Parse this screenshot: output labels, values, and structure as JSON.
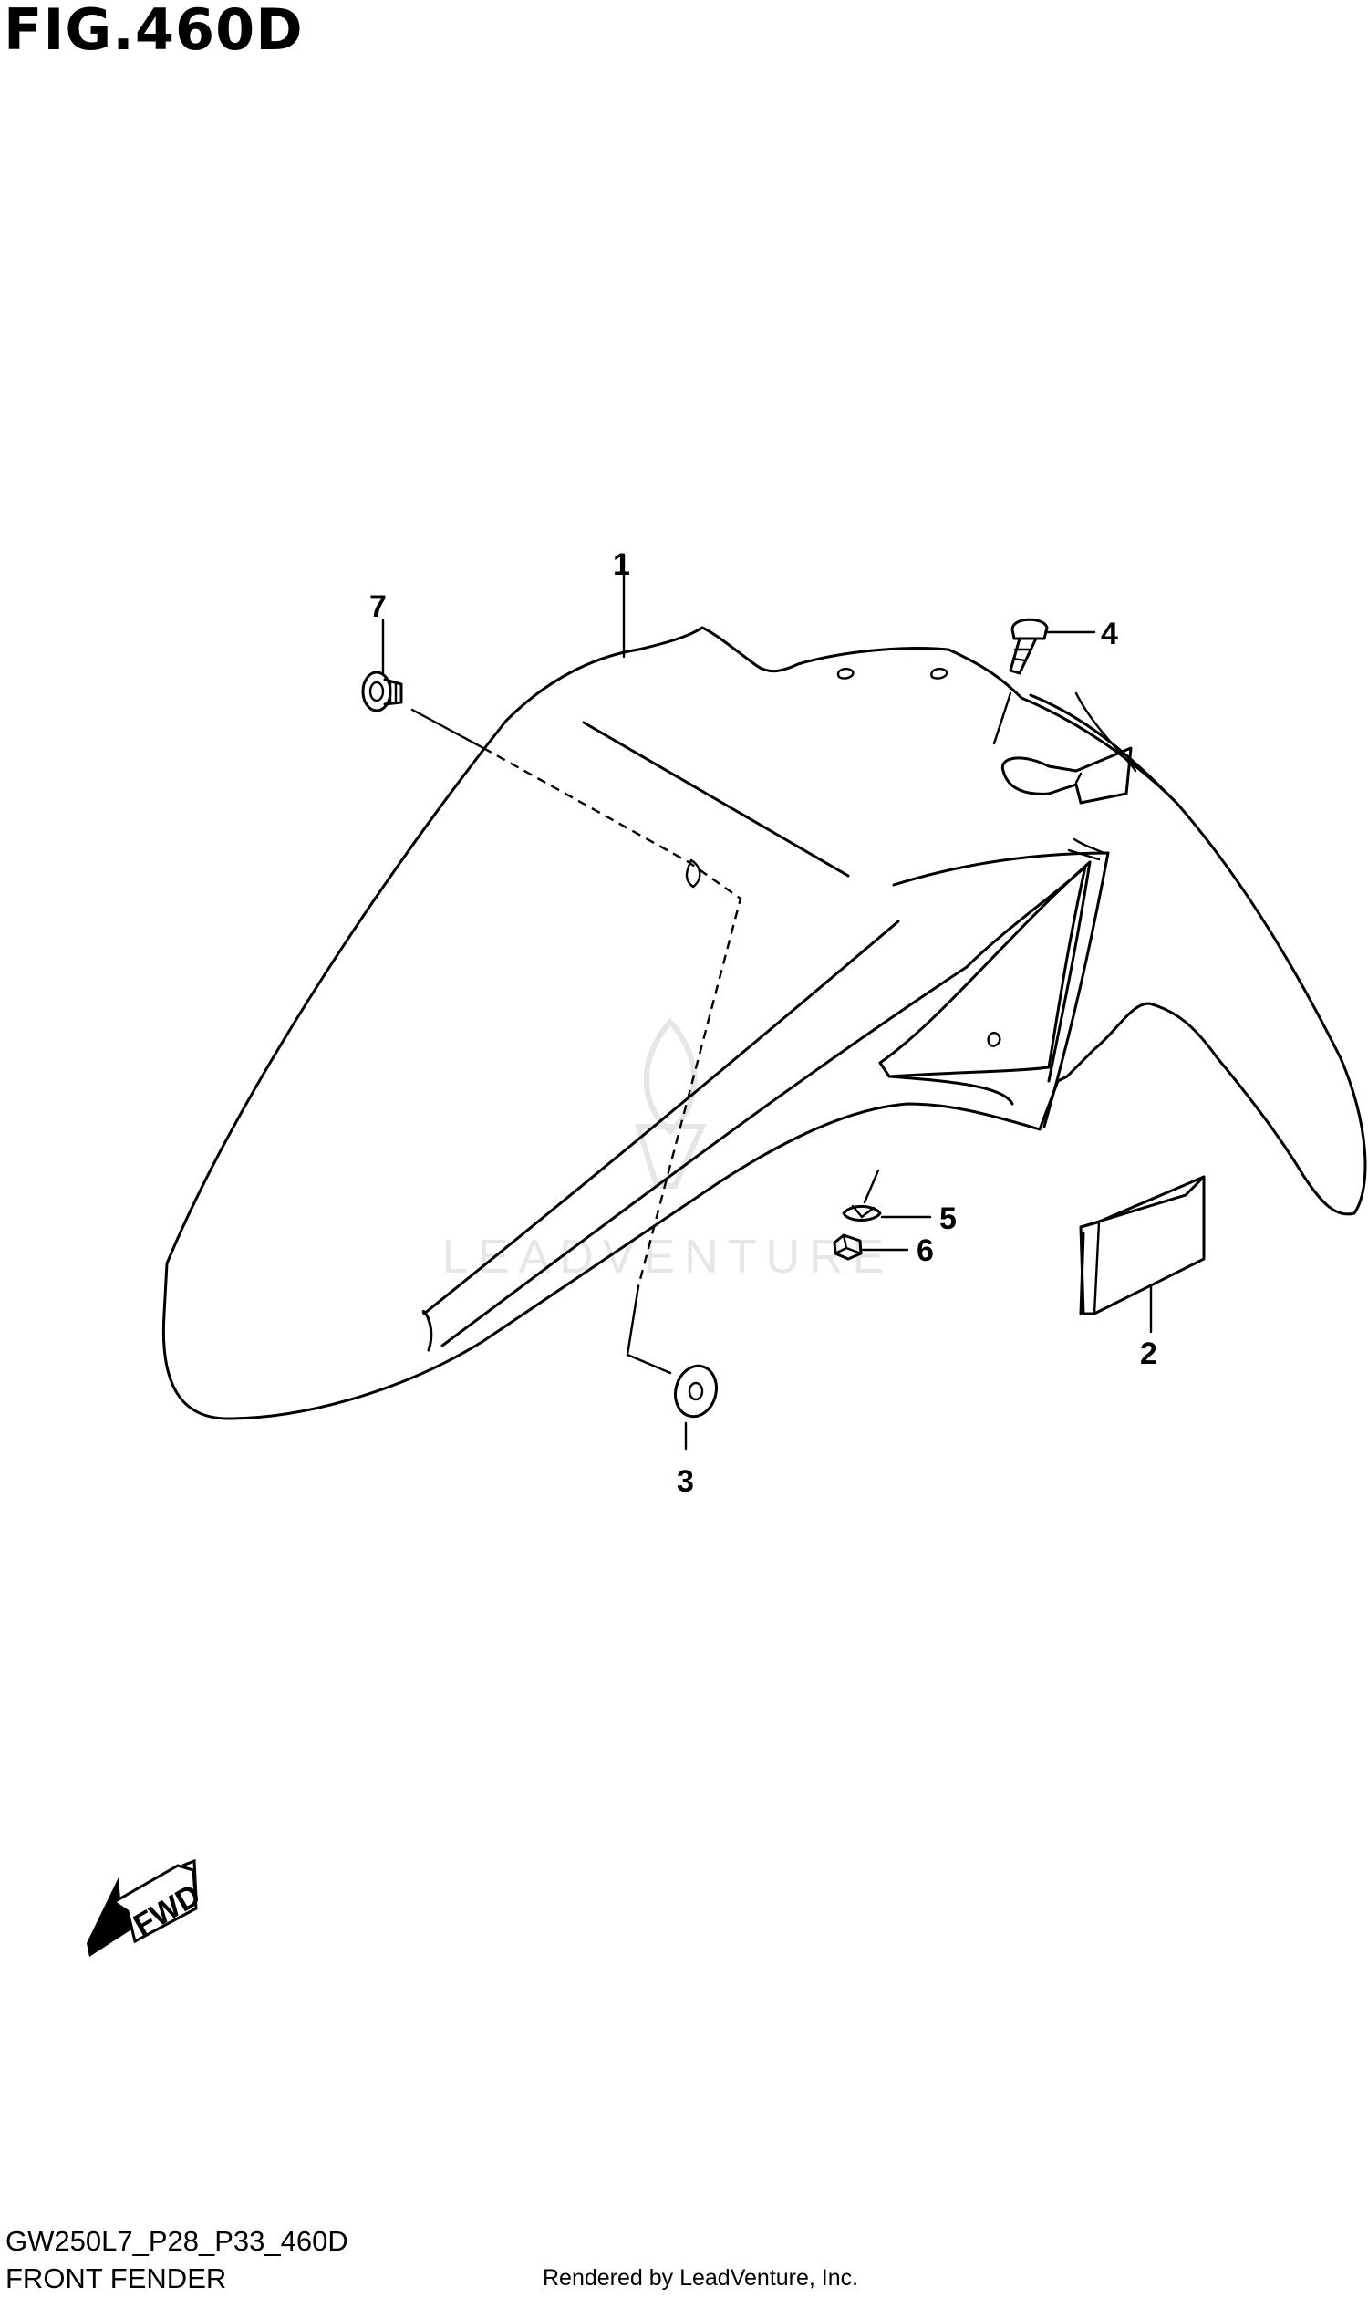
{
  "header": {
    "title": "FIG.460D"
  },
  "footer": {
    "code": "GW250L7_P28_P33_460D",
    "subtitle": "FRONT FENDER",
    "rendered_by": "Rendered by LeadVenture, Inc."
  },
  "watermark": "LEADVENTURE",
  "direction_arrow": {
    "label": "FWD"
  },
  "callouts": {
    "c1": "1",
    "c2": "2",
    "c3": "3",
    "c4": "4",
    "c5": "5",
    "c6": "6",
    "c7": "7"
  }
}
